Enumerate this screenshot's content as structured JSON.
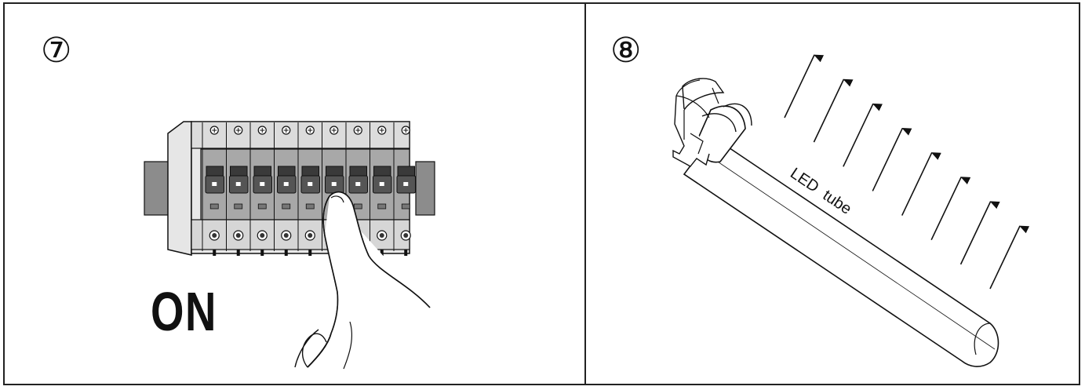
{
  "panels": [
    {
      "step": "⑦",
      "caption": "ON"
    },
    {
      "step": "⑧",
      "tube_label": "LED  tube"
    }
  ],
  "colors": {
    "line": "#111111",
    "rail": "#8c8c8c",
    "breaker_body": "#d9d9d9",
    "breaker_mid": "#a8a8a8",
    "toggle": "#3a3a3a",
    "tube": "#ffffff"
  },
  "breaker_count": 9,
  "light_arrows": 8,
  "icons": [
    "finger-pressing-icon",
    "breaker-toggle-icon",
    "light-ray-arrow-icon",
    "tube-end-cap-icon"
  ]
}
